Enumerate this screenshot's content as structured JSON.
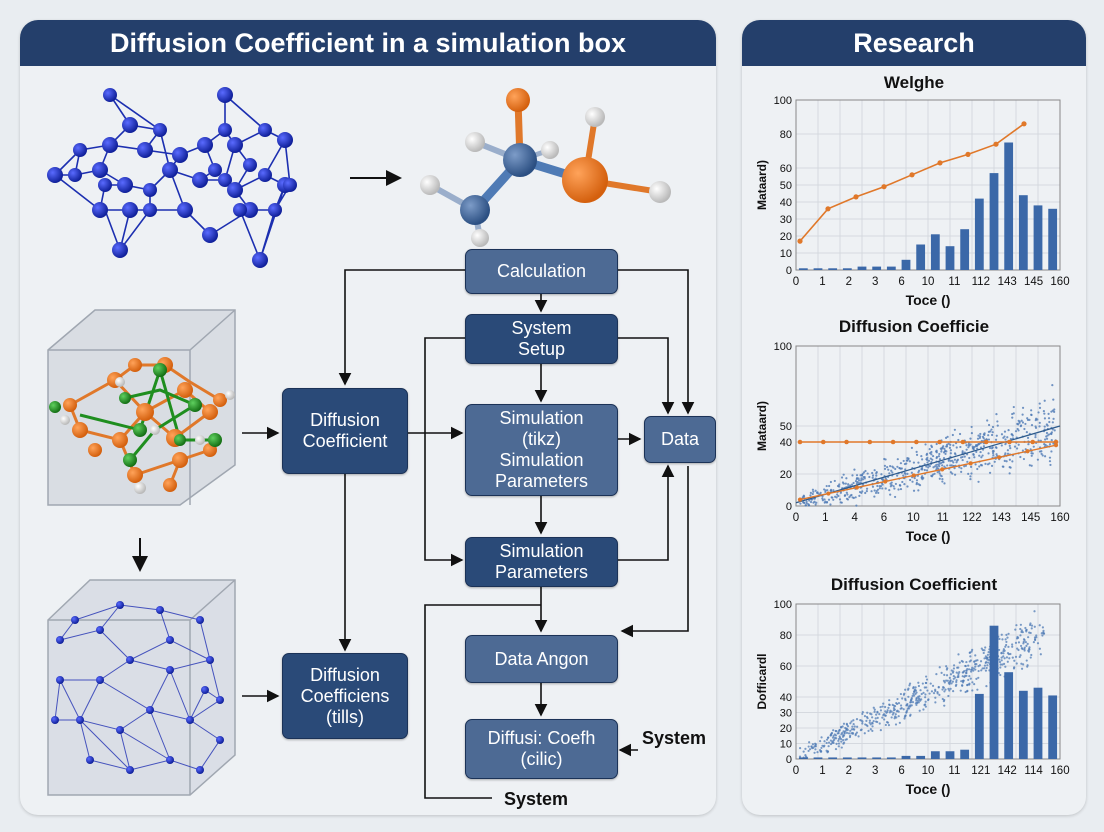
{
  "left_panel": {
    "title": "Diffusion Coefficient in a simulation box"
  },
  "right_panel": {
    "title": "Research"
  },
  "flowchart": {
    "calculation": "Calculation",
    "system_setup": [
      "System",
      "Setup"
    ],
    "diffusion_coefficient_1": [
      "Diffusion",
      "Coefficient"
    ],
    "simulation_block": [
      "Simulation",
      "(tikz)",
      "Simulation",
      "Parameters"
    ],
    "data": "Data",
    "simulation_parameters": [
      "Simulation",
      "Parameters"
    ],
    "diffusion_coefficient_2": [
      "Diffusion",
      "Coefficiens",
      "(tills)"
    ],
    "data_angon": "Data Angon",
    "diffusi_coeffh": [
      "Diffusi: Coefh",
      "(cilic)"
    ],
    "system_label_right": "System",
    "system_label_bottom": "System"
  },
  "colors": {
    "header": "#243f6b",
    "box_dark": "#2a4a78",
    "box_mid": "#4d6a94",
    "bar": "#3b68a8",
    "line_orange": "#e0782a",
    "scatter": "#4f7bb5",
    "atom_blue": "#1c2fb0",
    "atom_orange": "#e8731e",
    "atom_green": "#1f8e1f",
    "atom_white": "#f0f0f0"
  },
  "chart_data": [
    {
      "type": "bar",
      "title": "Welghe",
      "xlabel": "Toce ()",
      "ylabel": "Mataard)",
      "ylim": [
        0,
        100
      ],
      "yticks": [
        0,
        10,
        20,
        30,
        40,
        50,
        60,
        80,
        100
      ],
      "xticks": [
        "0",
        "1",
        "2",
        "3",
        "6",
        "10",
        "11",
        "112",
        "143",
        "145",
        "160"
      ],
      "bars": [
        1,
        1,
        1,
        1,
        2,
        2,
        2,
        6,
        15,
        21,
        14,
        24,
        42,
        57,
        75,
        44,
        38,
        36
      ],
      "line": [
        17,
        36,
        43,
        49,
        56,
        63,
        68,
        74,
        86
      ]
    },
    {
      "type": "scatter",
      "title": "Diffusion Coefficie",
      "xlabel": "Toce ()",
      "ylabel": "Mataard)",
      "ylim": [
        0,
        100
      ],
      "yticks": [
        0,
        20,
        40,
        50,
        100
      ],
      "xticks": [
        "0",
        "1",
        "4",
        "6",
        "10",
        "11",
        "122",
        "143",
        "145",
        "160"
      ],
      "trend_fit": [
        [
          0,
          2
        ],
        [
          16,
          50
        ]
      ],
      "orange_flat": 40,
      "orange_rising": [
        [
          0,
          4
        ],
        [
          16,
          38
        ]
      ]
    },
    {
      "type": "bar",
      "title": "Diffusion Coefficient",
      "xlabel": "Toce ()",
      "ylabel": "Dofficardl",
      "ylim": [
        0,
        100
      ],
      "yticks": [
        0,
        10,
        20,
        30,
        40,
        60,
        80,
        100
      ],
      "xticks": [
        "0",
        "1",
        "2",
        "3",
        "6",
        "10",
        "11",
        "121",
        "142",
        "114",
        "160"
      ],
      "bars": [
        1,
        1,
        1,
        1,
        1,
        1,
        1,
        2,
        2,
        5,
        5,
        6,
        42,
        86,
        56,
        44,
        46,
        41
      ]
    }
  ]
}
